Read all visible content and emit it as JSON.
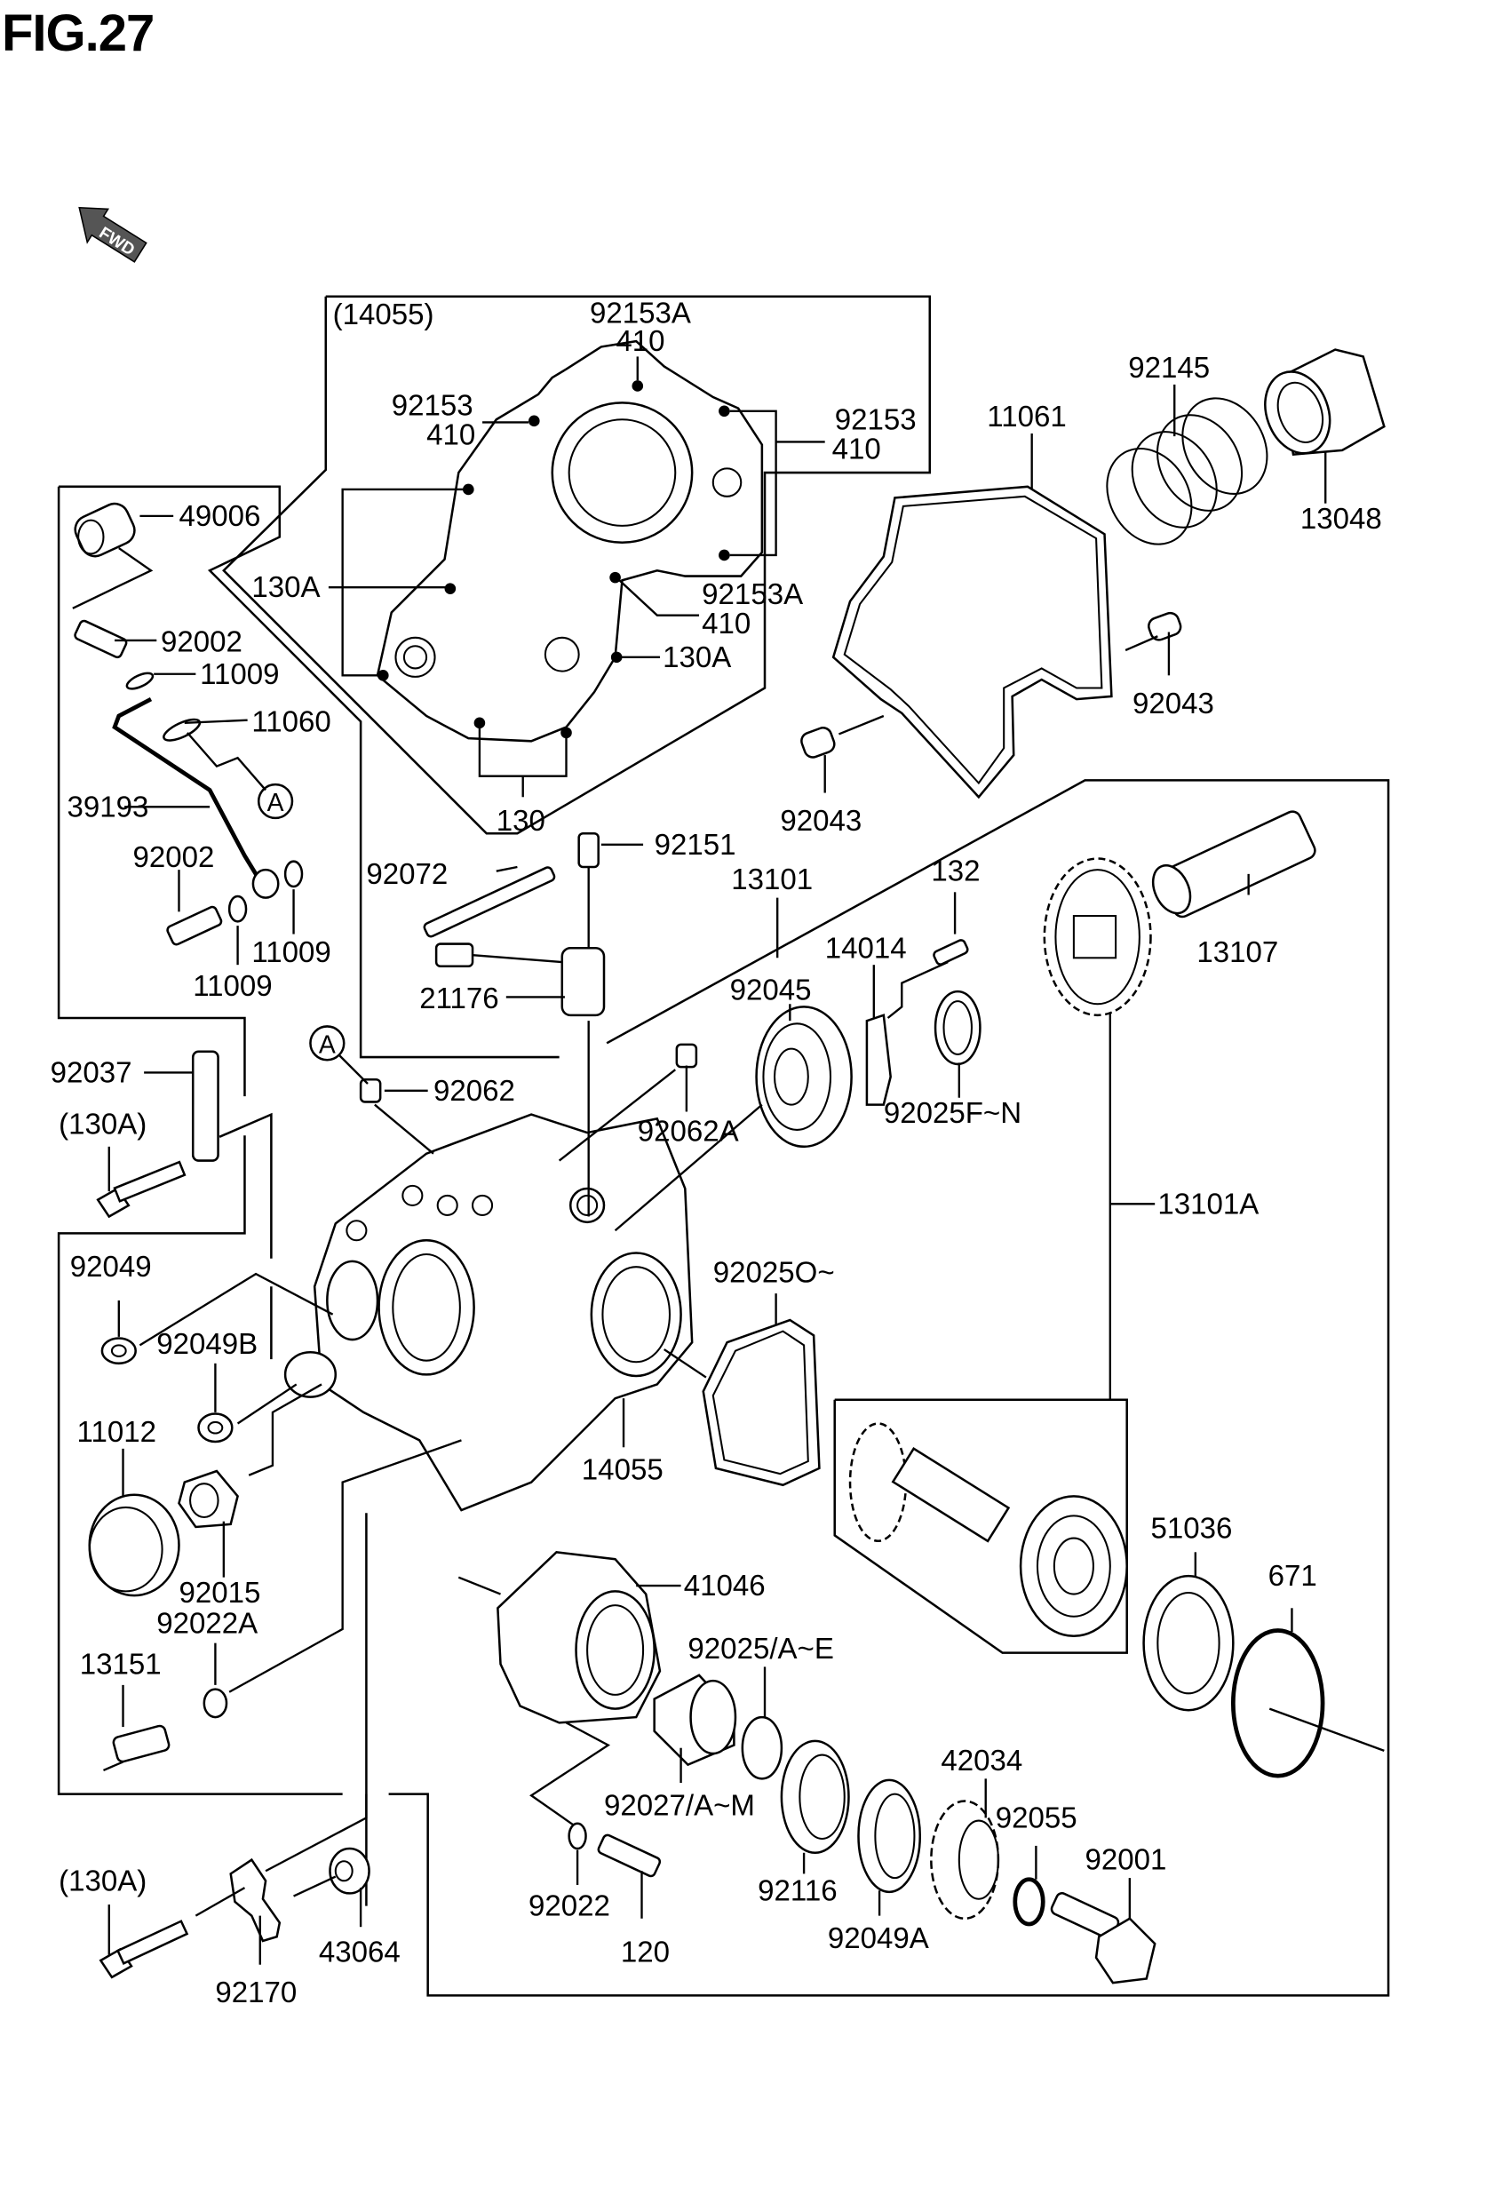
{
  "figure": {
    "title": "FIG.27",
    "direction_indicator": "FWD",
    "group_reference": "(14055)"
  },
  "callouts": [
    {
      "id": "c-92153A-top",
      "lines": [
        "92153A",
        "410"
      ]
    },
    {
      "id": "c-92153-left",
      "lines": [
        "92153",
        "410"
      ]
    },
    {
      "id": "c-92153-right",
      "lines": [
        "92153",
        "410"
      ]
    },
    {
      "id": "c-130A-left",
      "lines": [
        "130A"
      ]
    },
    {
      "id": "c-92153A-bottom",
      "lines": [
        "92153A",
        "410"
      ]
    },
    {
      "id": "c-130A-right",
      "lines": [
        "130A"
      ]
    },
    {
      "id": "c-130",
      "lines": [
        "130"
      ]
    },
    {
      "id": "c-92145",
      "lines": [
        "92145"
      ]
    },
    {
      "id": "c-11061",
      "lines": [
        "11061"
      ]
    },
    {
      "id": "c-13048",
      "lines": [
        "13048"
      ]
    },
    {
      "id": "c-92043-right",
      "lines": [
        "92043"
      ]
    },
    {
      "id": "c-92043-left",
      "lines": [
        "92043"
      ]
    },
    {
      "id": "c-49006",
      "lines": [
        "49006"
      ]
    },
    {
      "id": "c-92002-top",
      "lines": [
        "92002"
      ]
    },
    {
      "id": "c-11009-top",
      "lines": [
        "11009"
      ]
    },
    {
      "id": "c-11060",
      "lines": [
        "11060"
      ]
    },
    {
      "id": "c-39193",
      "lines": [
        "39193"
      ]
    },
    {
      "id": "c-92002-bottom",
      "lines": [
        "92002"
      ]
    },
    {
      "id": "c-11009-right",
      "lines": [
        "11009"
      ]
    },
    {
      "id": "c-11009-bottom",
      "lines": [
        "11009"
      ]
    },
    {
      "id": "c-92151",
      "lines": [
        "92151"
      ]
    },
    {
      "id": "c-92072",
      "lines": [
        "92072"
      ]
    },
    {
      "id": "c-13101",
      "lines": [
        "13101"
      ]
    },
    {
      "id": "c-132",
      "lines": [
        "132"
      ]
    },
    {
      "id": "c-13107",
      "lines": [
        "13107"
      ]
    },
    {
      "id": "c-14014",
      "lines": [
        "14014"
      ]
    },
    {
      "id": "c-92045",
      "lines": [
        "92045"
      ]
    },
    {
      "id": "c-21176",
      "lines": [
        "21176"
      ]
    },
    {
      "id": "c-92037",
      "lines": [
        "92037"
      ]
    },
    {
      "id": "c-92062",
      "lines": [
        "92062"
      ]
    },
    {
      "id": "c-92062A",
      "lines": [
        "92062A"
      ]
    },
    {
      "id": "c-92025FN",
      "lines": [
        "92025F~N"
      ]
    },
    {
      "id": "c-130A-paren-1",
      "lines": [
        "(130A)"
      ]
    },
    {
      "id": "c-13101A",
      "lines": [
        "13101A"
      ]
    },
    {
      "id": "c-92049",
      "lines": [
        "92049"
      ]
    },
    {
      "id": "c-92025O",
      "lines": [
        "92025O~"
      ]
    },
    {
      "id": "c-92049B",
      "lines": [
        "92049B"
      ]
    },
    {
      "id": "c-11012",
      "lines": [
        "11012"
      ]
    },
    {
      "id": "c-14055",
      "lines": [
        "14055"
      ]
    },
    {
      "id": "c-51036",
      "lines": [
        "51036"
      ]
    },
    {
      "id": "c-92015",
      "lines": [
        "92015"
      ]
    },
    {
      "id": "c-92022A",
      "lines": [
        "92022A"
      ]
    },
    {
      "id": "c-41046",
      "lines": [
        "41046"
      ]
    },
    {
      "id": "c-671",
      "lines": [
        "671"
      ]
    },
    {
      "id": "c-92025AE",
      "lines": [
        "92025/A~E"
      ]
    },
    {
      "id": "c-13151",
      "lines": [
        "13151"
      ]
    },
    {
      "id": "c-42034",
      "lines": [
        "42034"
      ]
    },
    {
      "id": "c-92027AM",
      "lines": [
        "92027/A~M"
      ]
    },
    {
      "id": "c-92055",
      "lines": [
        "92055"
      ]
    },
    {
      "id": "c-92001",
      "lines": [
        "92001"
      ]
    },
    {
      "id": "c-130A-paren-2",
      "lines": [
        "(130A)"
      ]
    },
    {
      "id": "c-92022",
      "lines": [
        "92022"
      ]
    },
    {
      "id": "c-92116",
      "lines": [
        "92116"
      ]
    },
    {
      "id": "c-43064",
      "lines": [
        "43064"
      ]
    },
    {
      "id": "c-92049A",
      "lines": [
        "92049A"
      ]
    },
    {
      "id": "c-120",
      "lines": [
        "120"
      ]
    },
    {
      "id": "c-92170",
      "lines": [
        "92170"
      ]
    }
  ],
  "reference_markers": [
    "A",
    "A"
  ]
}
